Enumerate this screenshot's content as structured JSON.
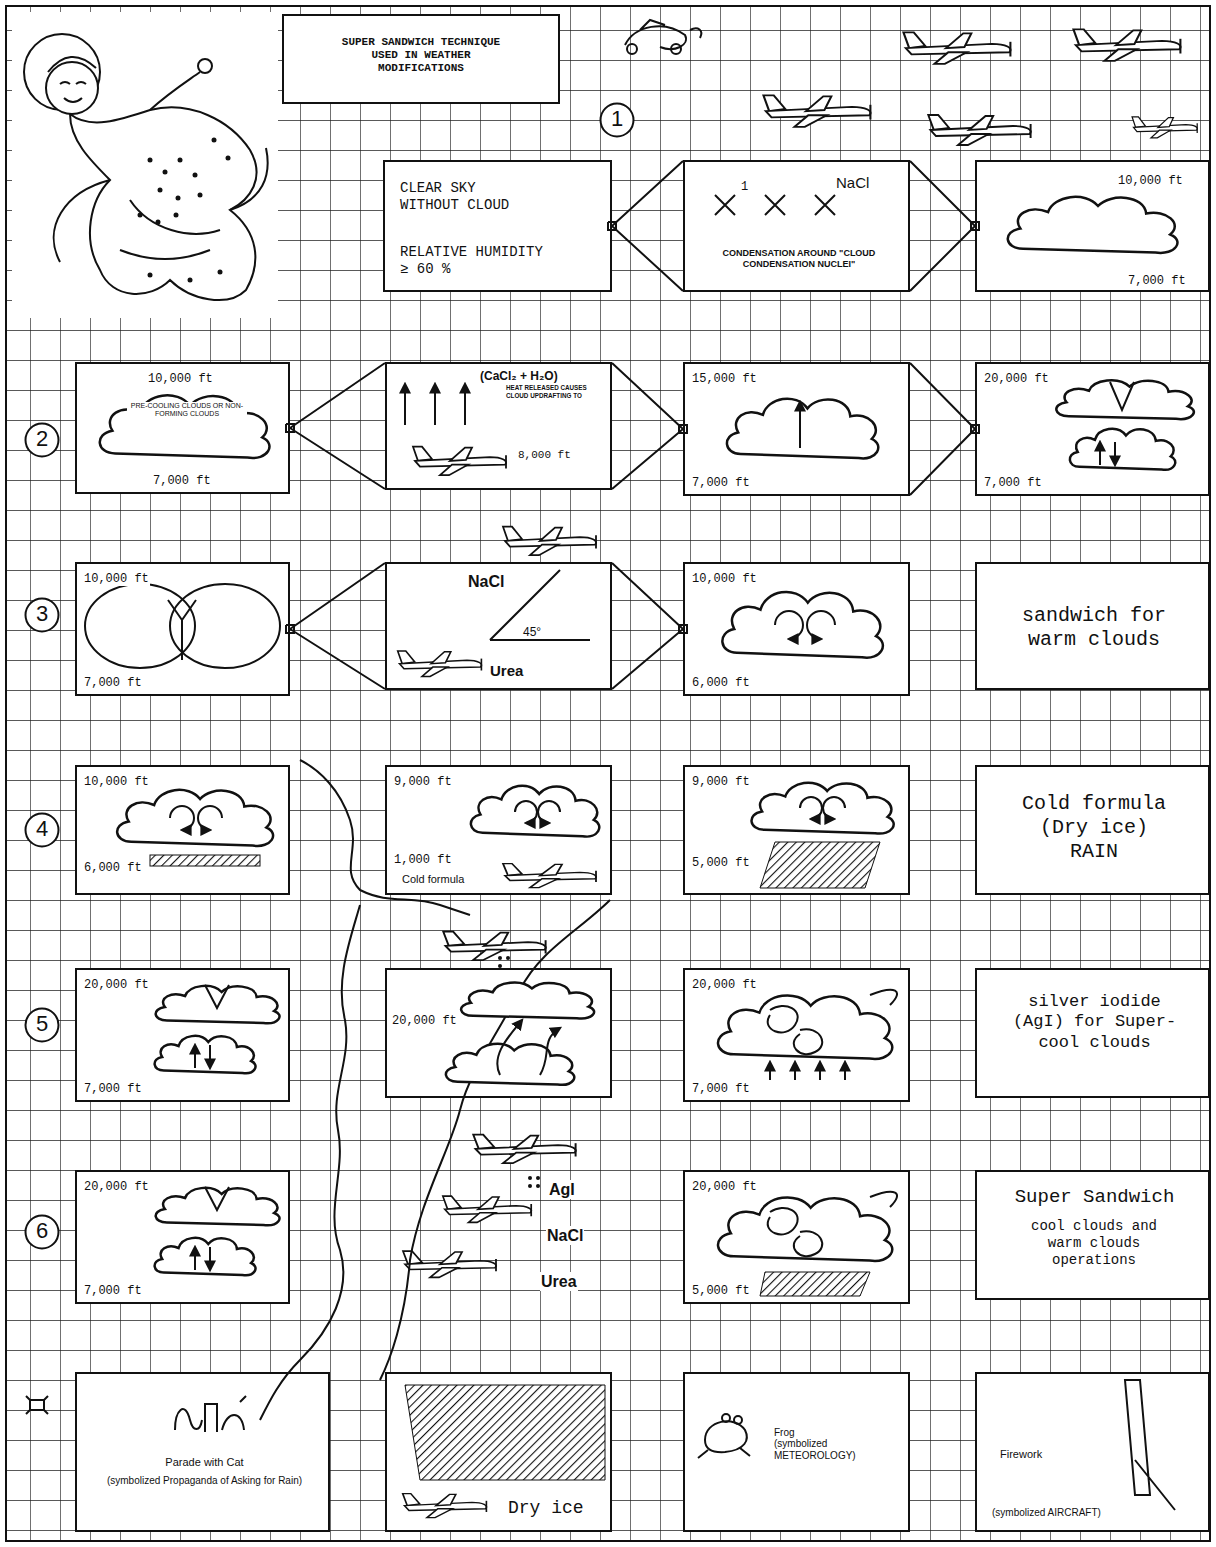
{
  "diagram": {
    "title": "SUPER SANDWICH TECHNIQUE USED IN WEATHER MODIFICATIONS",
    "nodes": [
      {
        "text": [
          "1"
        ]
      },
      {
        "text": [
          "CLEAR SKY WITHOUT CLOUD",
          "RELATIVE HUMIDITY ≥ 60 %"
        ]
      },
      {
        "text": [
          "1",
          "NaCl",
          "CONDENSATION AROUND \"CLOUD CONDENSATION NUCLEI\""
        ]
      },
      {
        "text": [
          "10,000 ft",
          "7,000 ft"
        ]
      },
      {
        "text": [
          "2"
        ]
      },
      {
        "text": [
          "10,000 ft",
          "PRE-COOLING CLOUDS OR NON-FORMING CLOUDS",
          "7,000 ft"
        ]
      },
      {
        "text": [
          "(CaCl₂ + H₂O)",
          "HEAT RELEASED CAUSES CLOUD UPDRAFTING TO",
          "8,000 ft"
        ]
      },
      {
        "text": [
          "15,000 ft",
          "7,000 ft"
        ]
      },
      {
        "text": [
          "20,000 ft",
          "7,000 ft"
        ]
      },
      {
        "text": [
          "3"
        ]
      },
      {
        "text": [
          "10,000 ft",
          "7,000 ft"
        ]
      },
      {
        "text": [
          "NaCl",
          "45°",
          "Urea"
        ]
      },
      {
        "text": [
          "10,000 ft",
          "6,000 ft"
        ]
      },
      {
        "text": [
          "sandwich for warm clouds"
        ]
      },
      {
        "text": [
          "4"
        ]
      },
      {
        "text": [
          "10,000 ft",
          "6,000 ft"
        ]
      },
      {
        "text": [
          "9,000 ft",
          "1,000 ft",
          "Cold formula"
        ]
      },
      {
        "text": [
          "9,000 ft",
          "5,000 ft"
        ]
      },
      {
        "text": [
          "Cold formula (Dry ice) RAIN"
        ]
      },
      {
        "text": [
          "5"
        ]
      },
      {
        "text": [
          "20,000 ft",
          "7,000 ft"
        ]
      },
      {
        "text": [
          "20,000 ft"
        ]
      },
      {
        "text": [
          "20,000 ft",
          "7,000 ft"
        ]
      },
      {
        "text": [
          "silver iodide (AgI) for Super-cool clouds"
        ]
      },
      {
        "text": [
          "6"
        ]
      },
      {
        "text": [
          "20,000 ft",
          "7,000 ft"
        ]
      },
      {
        "text": [
          "20,000 ft",
          "5,000 ft"
        ]
      },
      {
        "text": [
          "Super Sandwich",
          "cool clouds and warm clouds operations"
        ]
      },
      {
        "text": [
          "Parade with Cat",
          "(symbolized Propaganda of Asking for Rain)"
        ]
      },
      {
        "text": [
          "Dry ice"
        ]
      },
      {
        "text": [
          "Frog",
          "(symbolized METEOROLOGY)"
        ]
      },
      {
        "text": [
          "Firework",
          "(symbolized AIRCRAFT)"
        ]
      }
    ],
    "edges": [
      {
        "from": 1,
        "to": 2,
        "arrow": "none"
      },
      {
        "from": 2,
        "to": 3,
        "arrow": "none"
      },
      {
        "from": 5,
        "to": 6,
        "arrow": "none"
      },
      {
        "from": 6,
        "to": 7,
        "arrow": "none"
      },
      {
        "from": 7,
        "to": 8,
        "arrow": "none"
      },
      {
        "from": 10,
        "to": 11,
        "arrow": "none"
      },
      {
        "from": 11,
        "to": 12,
        "arrow": "none"
      }
    ],
    "labels": [
      "AgI",
      "NaCl",
      "Urea"
    ]
  }
}
